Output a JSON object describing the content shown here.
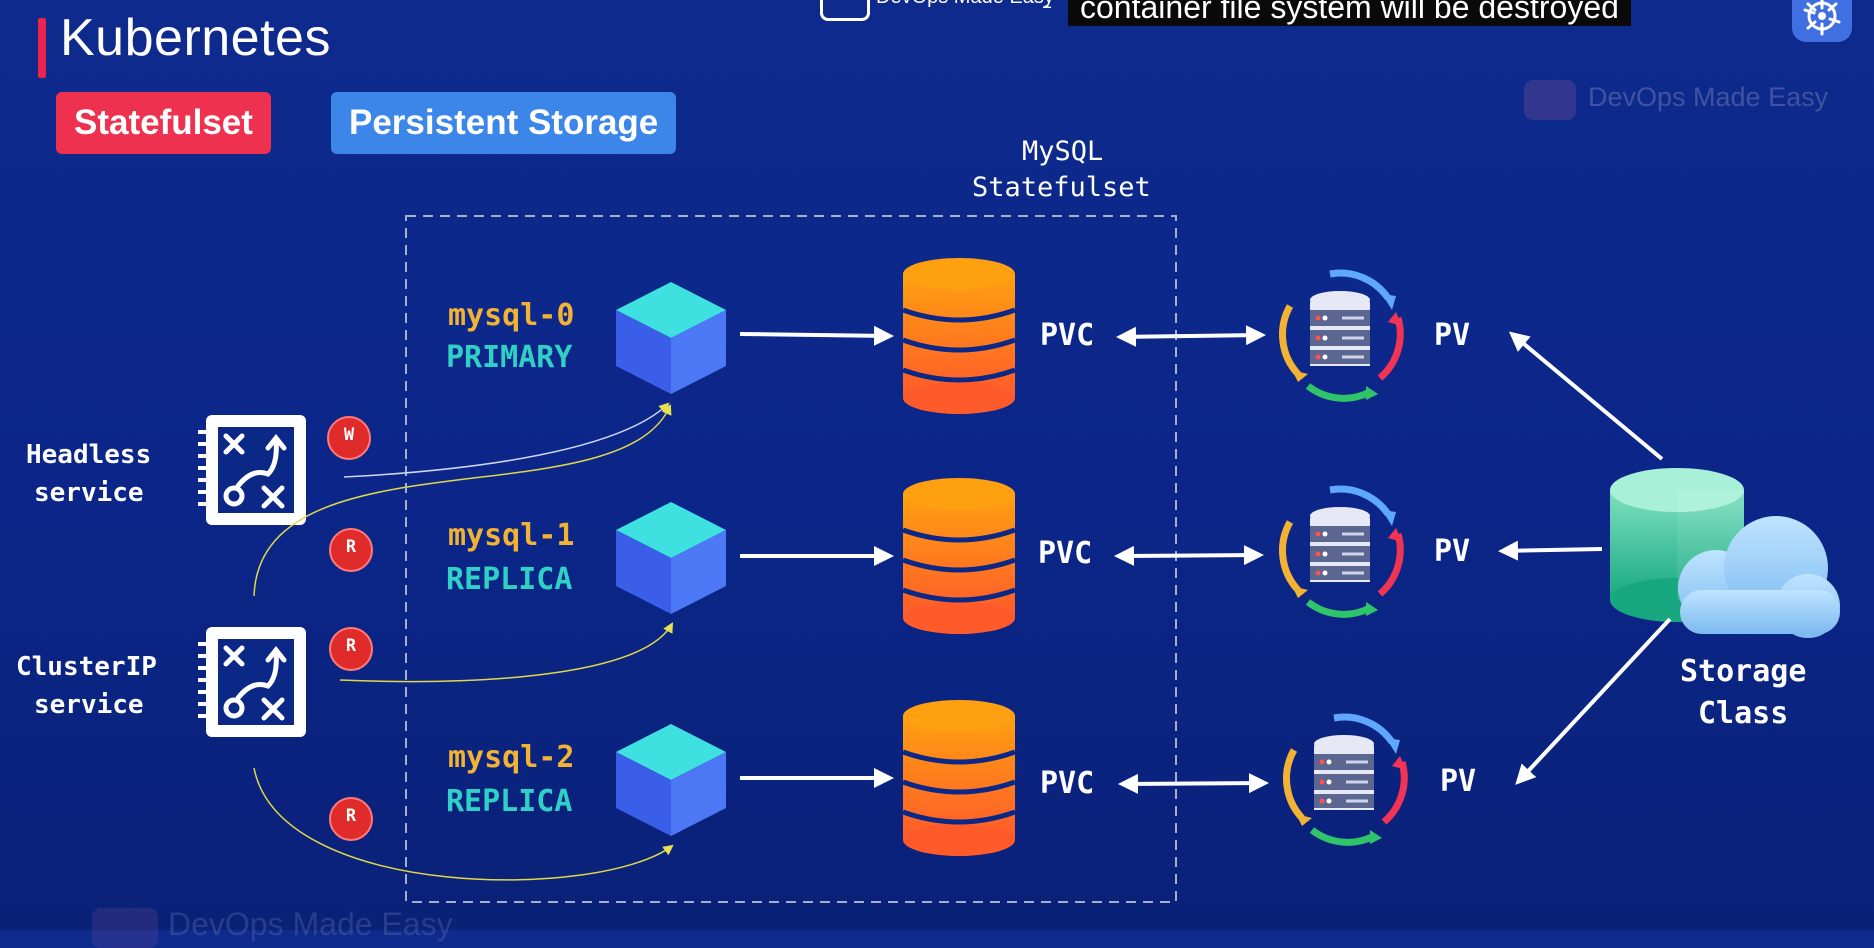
{
  "header": {
    "title": "Kubernetes",
    "tags": [
      "Statefulset",
      "Persistent Storage"
    ]
  },
  "top_bar": {
    "channel": "DevOps Made Easy",
    "dash": "–",
    "caption": "container file system will be destroyed"
  },
  "watermark": "DevOps Made Easy",
  "diagram": {
    "group_label": [
      "MySQL",
      "Statefulset"
    ],
    "services": {
      "headless": [
        "Headless",
        "service"
      ],
      "clusterip": [
        "ClusterIP",
        "service"
      ]
    },
    "badges": {
      "write": "W",
      "read": "R"
    },
    "pods": [
      {
        "name": "mysql-0",
        "role": "PRIMARY"
      },
      {
        "name": "mysql-1",
        "role": "REPLICA"
      },
      {
        "name": "mysql-2",
        "role": "REPLICA"
      }
    ],
    "pvc": "PVC",
    "pv": "PV",
    "storage_class": [
      "Storage",
      "Class"
    ]
  },
  "colors": {
    "background": "#0c2887",
    "pod_name": "#f2b233",
    "pod_role": "#2fd1c6",
    "title_accent": "#e8234e",
    "tag_red": "#ef3150",
    "tag_blue": "#3c86ea",
    "badge": "#e02b2b"
  }
}
